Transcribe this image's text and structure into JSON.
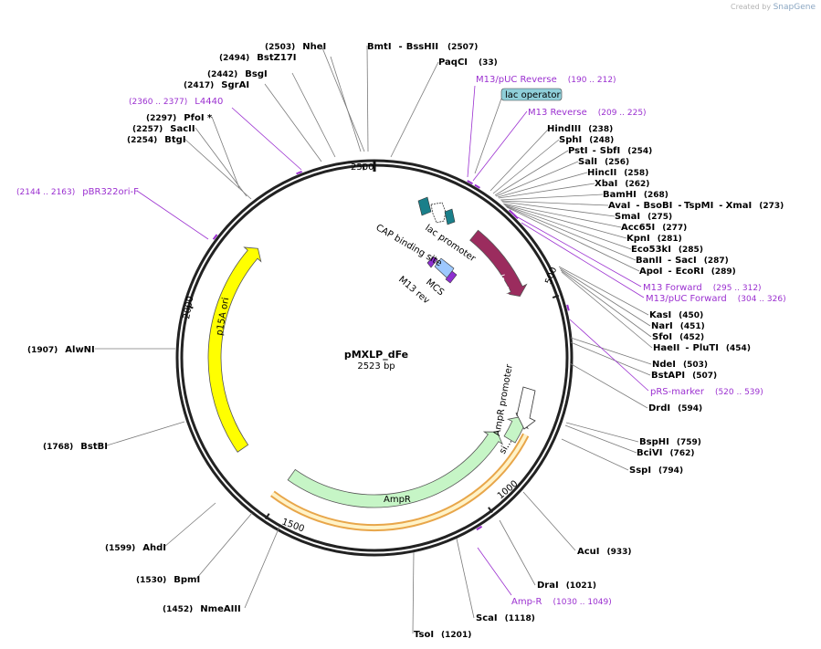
{
  "credit": {
    "prefix": "Created by",
    "brand": "SnapGene"
  },
  "plasmid": {
    "name": "pMXLP_dFe",
    "length_label": "2523 bp"
  },
  "ruler_ticks": [
    {
      "value": 500,
      "label": "500"
    },
    {
      "value": 1000,
      "label": "1000"
    },
    {
      "value": 1500,
      "label": "1500"
    },
    {
      "value": 2000,
      "label": "2000"
    },
    {
      "value": 2500,
      "label": "2500"
    }
  ],
  "features": [
    {
      "name": "lacZα",
      "start": 274,
      "end": 470,
      "dir": 1,
      "color": "#9b2c5e",
      "label_color": "#ffffff"
    },
    {
      "name": "AmpR",
      "start": 849,
      "end": 1509,
      "dir": -1,
      "color": "#c6f5c6",
      "label_color": "#000000"
    },
    {
      "name": "p15A ori",
      "start": 1650,
      "end": 2195,
      "dir": 1,
      "color": "#ffff00",
      "label_color": "#000000"
    },
    {
      "name": "si...",
      "start": 784,
      "end": 849,
      "dir": -1,
      "color": "#c6f5c6",
      "label_color": "#000000"
    }
  ],
  "inner_labels": [
    {
      "text": "lac promoter"
    },
    {
      "text": "CAP binding site"
    },
    {
      "text": "MCS"
    },
    {
      "text": "M13 rev"
    },
    {
      "text": "AmpR promoter"
    },
    {
      "text": "lac operator"
    }
  ],
  "sites": [
    {
      "name": "PaqCI",
      "pos": "(33)"
    },
    {
      "name": "HindIII",
      "pos": "(238)"
    },
    {
      "name": "SphI",
      "pos": "(248)"
    },
    {
      "name": "PstI",
      "extra": "SbfI",
      "pos": "(254)"
    },
    {
      "name": "SalI",
      "pos": "(256)"
    },
    {
      "name": "HincII",
      "pos": "(258)"
    },
    {
      "name": "XbaI",
      "pos": "(262)"
    },
    {
      "name": "BamHI",
      "pos": "(268)"
    },
    {
      "name": "AvaI",
      "extra": "BsoBI",
      "extra2": "TspMI",
      "extra3": "XmaI",
      "pos": "(273)"
    },
    {
      "name": "SmaI",
      "pos": "(275)"
    },
    {
      "name": "Acc65I",
      "pos": "(277)"
    },
    {
      "name": "KpnI",
      "pos": "(281)"
    },
    {
      "name": "Eco53kI",
      "pos": "(285)"
    },
    {
      "name": "BanII",
      "extra": "SacI",
      "pos": "(287)"
    },
    {
      "name": "ApoI",
      "extra": "EcoRI",
      "pos": "(289)"
    },
    {
      "name": "KasI",
      "pos": "(450)"
    },
    {
      "name": "NarI",
      "pos": "(451)"
    },
    {
      "name": "SfoI",
      "pos": "(452)"
    },
    {
      "name": "HaeII",
      "extra": "PluTI",
      "pos": "(454)"
    },
    {
      "name": "NdeI",
      "pos": "(503)"
    },
    {
      "name": "BstAPI",
      "pos": "(507)"
    },
    {
      "name": "DrdI",
      "pos": "(594)"
    },
    {
      "name": "BspHI",
      "pos": "(759)"
    },
    {
      "name": "BciVI",
      "pos": "(762)"
    },
    {
      "name": "SspI",
      "pos": "(794)"
    },
    {
      "name": "AcuI",
      "pos": "(933)"
    },
    {
      "name": "DraI",
      "pos": "(1021)"
    },
    {
      "name": "ScaI",
      "pos": "(1118)"
    },
    {
      "name": "TsoI",
      "pos": "(1201)"
    },
    {
      "name": "NmeAIII",
      "pos": "(1452)"
    },
    {
      "name": "BpmI",
      "pos": "(1530)"
    },
    {
      "name": "AhdI",
      "pos": "(1599)"
    },
    {
      "name": "BstBI",
      "pos": "(1768)"
    },
    {
      "name": "AlwNI",
      "pos": "(1907)"
    },
    {
      "name": "BtgI",
      "pos": "(2254)"
    },
    {
      "name": "SacII",
      "pos": "(2257)"
    },
    {
      "name": "PfoI *",
      "pos": "(2297)"
    },
    {
      "name": "SgrAI",
      "pos": "(2417)"
    },
    {
      "name": "BsgI",
      "pos": "(2442)"
    },
    {
      "name": "BstZ17I",
      "pos": "(2494)"
    },
    {
      "name": "NheI",
      "pos": "(2503)"
    },
    {
      "name": "BmtI",
      "extra": "BssHII",
      "pos": "(2507)"
    }
  ],
  "primers": [
    {
      "name": "M13/pUC Reverse",
      "pos": "(190 .. 212)"
    },
    {
      "name": "M13 Reverse",
      "pos": "(209 .. 225)"
    },
    {
      "name": "M13 Forward",
      "pos": "(295 .. 312)"
    },
    {
      "name": "M13/pUC Forward",
      "pos": "(304 .. 326)"
    },
    {
      "name": "pRS-marker",
      "pos": "(520 .. 539)"
    },
    {
      "name": "Amp-R",
      "pos": "(1030 .. 1049)"
    },
    {
      "name": "L4440",
      "pos": "(2360 .. 2377)"
    },
    {
      "name": "pBR322ori-F",
      "pos": "(2144 .. 2163)"
    }
  ]
}
